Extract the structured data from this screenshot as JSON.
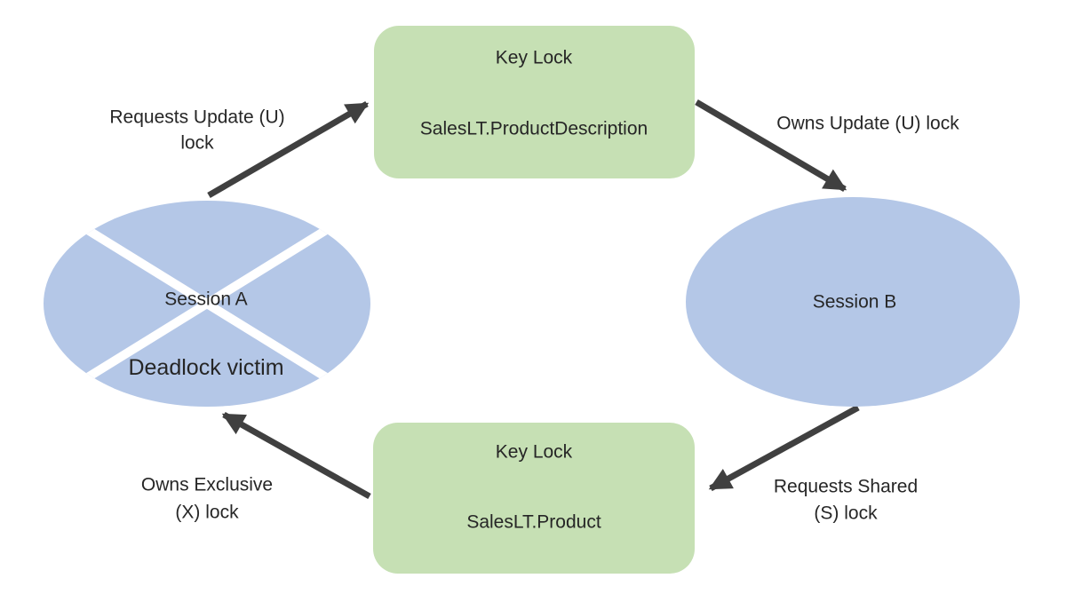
{
  "diagram": {
    "nodes": {
      "lock_top": {
        "type_label": "Key Lock",
        "resource": "SalesLT.ProductDescription"
      },
      "lock_bottom": {
        "type_label": "Key Lock",
        "resource": "SalesLT.Product"
      },
      "session_a": {
        "label": "Session A",
        "status": "Deadlock victim"
      },
      "session_b": {
        "label": "Session B"
      }
    },
    "edges": {
      "requests_update": {
        "line1": "Requests Update (U)",
        "line2": "lock"
      },
      "owns_update": {
        "line1": "Owns Update (U) lock"
      },
      "requests_shared": {
        "line1": "Requests Shared",
        "line2": "(S) lock"
      },
      "owns_exclusive": {
        "line1": "Owns Exclusive",
        "line2": "(X) lock"
      }
    },
    "colors": {
      "lock_node_fill": "#c6e0b4",
      "session_node_fill": "#b4c7e7",
      "arrow": "#404040",
      "text": "#262626",
      "victim_cross": "#ffffff",
      "background": "#ffffff"
    }
  }
}
